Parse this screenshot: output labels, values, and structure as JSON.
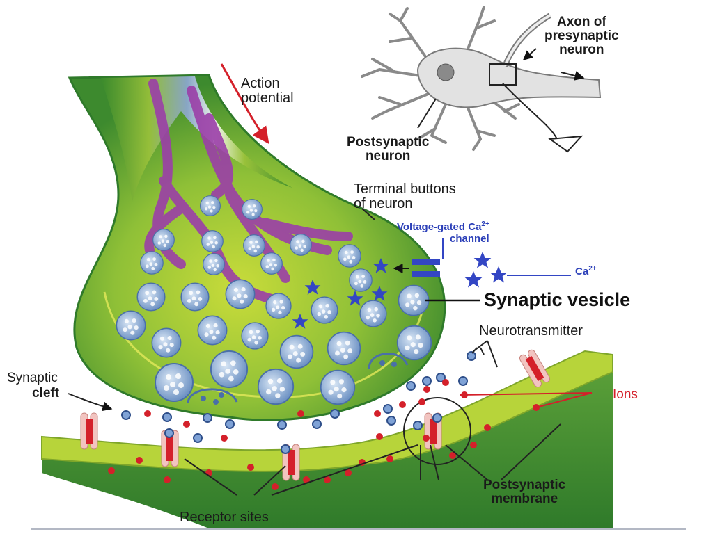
{
  "labels": {
    "axon": "Axon of\npresynaptic\nneuron",
    "postsynaptic_neuron": "Postsynaptic\nneuron",
    "action_potential": "Action\npotential",
    "terminal_buttons": "Terminal buttons\nof neuron",
    "voltage_gated": "Voltage-gated Ca",
    "voltage_gated_sup": "2+",
    "channel": "channel",
    "ca": "Ca",
    "ca_sup": "2+",
    "synaptic_vesicle": "Synaptic vesicle",
    "neurotransmitter": "Neurotransmitter",
    "ions": "Ions",
    "synaptic": "Synaptic",
    "cleft": "cleft",
    "postsynaptic_membrane": "Postsynaptic\nmembrane",
    "receptor_sites": "Receptor sites"
  },
  "colors": {
    "terminal_dark": "#3f8a2c",
    "terminal_light": "#b4cf32",
    "vesicle": "#8fb0d8",
    "axon_purple": "#9b3fa8",
    "calcium_star": "#3346c4",
    "ion_red": "#d4202a",
    "membrane": "#b7d43a",
    "receptor_pink": "#f2c4c0"
  },
  "icons": [
    "neuron-cell-icon",
    "magnifier-box-icon",
    "arrow-icon",
    "star-icon",
    "receptor-icon"
  ]
}
